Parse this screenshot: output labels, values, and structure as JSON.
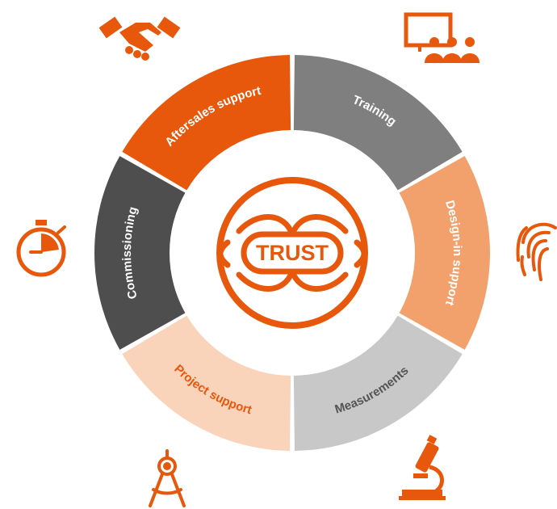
{
  "center": {
    "label": "TRUST"
  },
  "colors": {
    "orange": "#e8580c",
    "grey": "#7f7f7f",
    "light_orange": "#f2a06c",
    "light_grey": "#c8c8c8",
    "pale_orange": "#fad3bb",
    "dark_grey": "#4e4e4e",
    "white": "#ffffff"
  },
  "segments": [
    {
      "id": "aftersales-support",
      "label": "Aftersales support",
      "fill": "#e8580c",
      "text_color": "#ffffff"
    },
    {
      "id": "training",
      "label": "Training",
      "fill": "#7f7f7f",
      "text_color": "#ffffff"
    },
    {
      "id": "design-in-support",
      "label": "Design-in support",
      "fill": "#f2a06c",
      "text_color": "#ffffff"
    },
    {
      "id": "measurements",
      "label": "Measurements",
      "fill": "#c8c8c8",
      "text_color": "#555555"
    },
    {
      "id": "project-support",
      "label": "Project support",
      "fill": "#fad3bb",
      "text_color": "#e8580c"
    },
    {
      "id": "commissioning",
      "label": "Commissioning",
      "fill": "#4e4e4e",
      "text_color": "#ffffff"
    }
  ],
  "icons": [
    {
      "name": "handshake-icon"
    },
    {
      "name": "presentation-audience-icon"
    },
    {
      "name": "fingerprint-icon"
    },
    {
      "name": "microscope-icon"
    },
    {
      "name": "drawing-compass-icon"
    },
    {
      "name": "stopwatch-icon"
    }
  ]
}
